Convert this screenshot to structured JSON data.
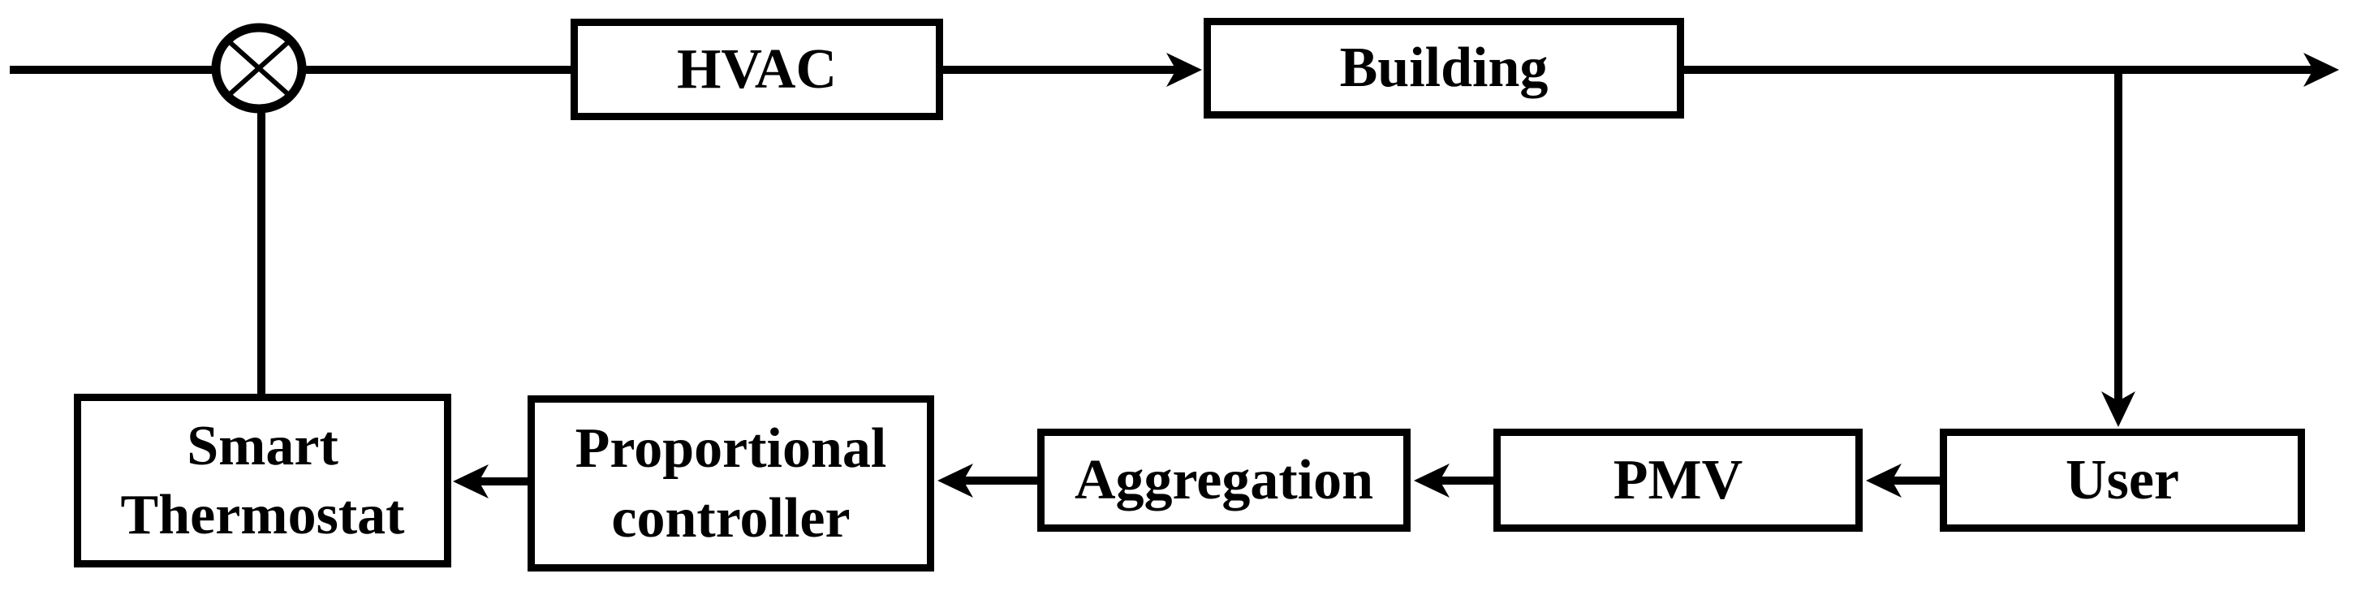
{
  "diagram": {
    "type": "block-diagram",
    "background_color": "#ffffff",
    "line_color": "#000000",
    "box_fill_color": "#ffffff",
    "blocks": {
      "hvac": {
        "label": "HVAC"
      },
      "building": {
        "label": "Building"
      },
      "user": {
        "label": "User"
      },
      "pmv": {
        "label": "PMV"
      },
      "aggregation": {
        "label": "Aggregation"
      },
      "proportional": {
        "label": "Proportional controller"
      },
      "thermostat": {
        "label": "Smart Thermostat"
      }
    },
    "junction": {
      "name": "summing-junction",
      "symbol": "circle-with-x"
    },
    "connections": [
      {
        "from": "input",
        "to": "summing-junction",
        "arrowhead": false
      },
      {
        "from": "summing-junction",
        "to": "HVAC",
        "arrowhead": false
      },
      {
        "from": "HVAC",
        "to": "Building",
        "arrowhead": true
      },
      {
        "from": "Building",
        "to": "output",
        "arrowhead": true
      },
      {
        "from": "Building",
        "to": "User",
        "arrowhead": true
      },
      {
        "from": "User",
        "to": "PMV",
        "arrowhead": true
      },
      {
        "from": "PMV",
        "to": "Aggregation",
        "arrowhead": true
      },
      {
        "from": "Aggregation",
        "to": "Proportional controller",
        "arrowhead": true
      },
      {
        "from": "Proportional controller",
        "to": "Smart Thermostat",
        "arrowhead": true
      },
      {
        "from": "Smart Thermostat",
        "to": "summing-junction",
        "arrowhead": false
      }
    ]
  }
}
